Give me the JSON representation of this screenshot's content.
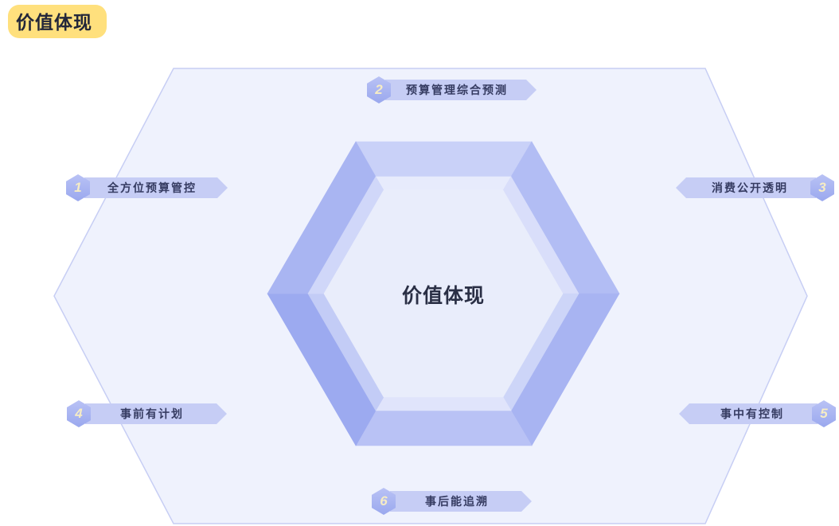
{
  "title": {
    "text": "价值体现"
  },
  "hexagon": {
    "center_label": "价值体现"
  },
  "items": [
    {
      "number": "1",
      "label": "全方位预算管控",
      "position": "left-top"
    },
    {
      "number": "2",
      "label": "预算管理综合预测",
      "position": "top"
    },
    {
      "number": "3",
      "label": "消费公开透明",
      "position": "right-top"
    },
    {
      "number": "4",
      "label": "事前有计划",
      "position": "left-bottom"
    },
    {
      "number": "5",
      "label": "事中有控制",
      "position": "right-bottom"
    },
    {
      "number": "6",
      "label": "事后能追溯",
      "position": "bottom"
    }
  ],
  "colors": {
    "title_highlight": "#ffe07d",
    "title_text": "#23273a",
    "banner_fill": "#c6cdf5",
    "banner_text": "#353b61",
    "badge_fill": "#a9b3f0",
    "badge_number": "#f6ecc4",
    "outer_hexagon_stroke": "#c7cef4",
    "outer_hexagon_fill": "#eff2fd",
    "inner_hexagon_frame_dark": "#9caaf0",
    "inner_hexagon_frame_light": "#c9d1f8",
    "inner_hexagon_center_fill": "#e9edfb",
    "center_text": "#2a2f45"
  }
}
